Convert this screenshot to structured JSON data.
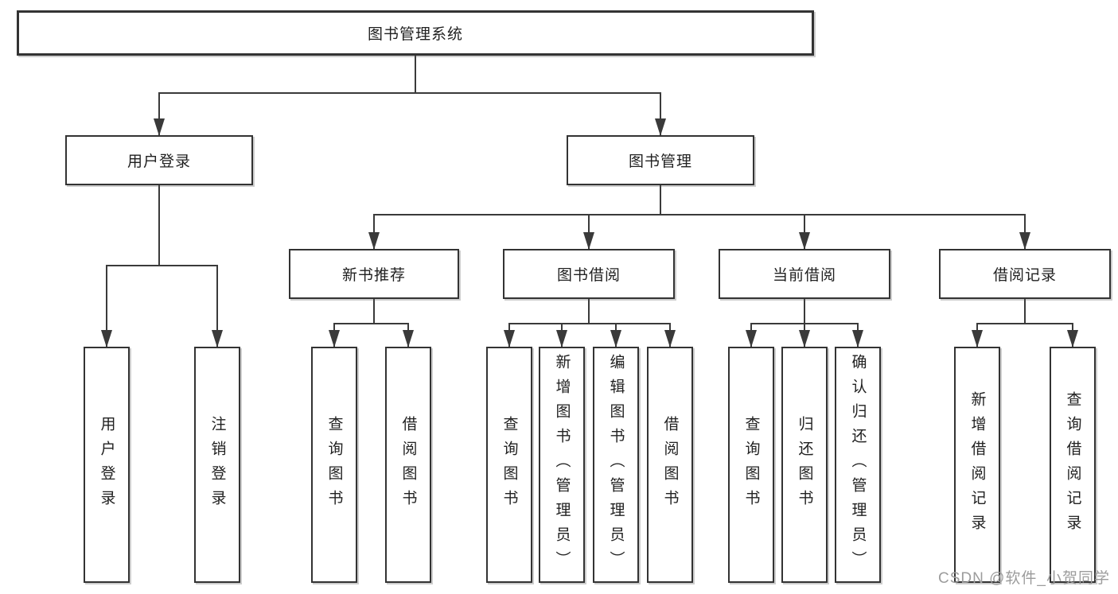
{
  "diagram": {
    "root": {
      "label": "图书管理系统"
    },
    "level2": [
      {
        "label": "用户登录"
      },
      {
        "label": "图书管理"
      }
    ],
    "level3": [
      {
        "parent": "图书管理",
        "label": "新书推荐"
      },
      {
        "parent": "图书管理",
        "label": "图书借阅"
      },
      {
        "parent": "图书管理",
        "label": "当前借阅"
      },
      {
        "parent": "图书管理",
        "label": "借阅记录"
      }
    ],
    "leaves": [
      {
        "parent": "用户登录",
        "label": "用户登录"
      },
      {
        "parent": "用户登录",
        "label": "注销登录"
      },
      {
        "parent": "新书推荐",
        "label": "查询图书"
      },
      {
        "parent": "新书推荐",
        "label": "借阅图书"
      },
      {
        "parent": "图书借阅",
        "label": "查询图书"
      },
      {
        "parent": "图书借阅",
        "label": "新增图书（管理员）"
      },
      {
        "parent": "图书借阅",
        "label": "编辑图书（管理员）"
      },
      {
        "parent": "图书借阅",
        "label": "借阅图书"
      },
      {
        "parent": "当前借阅",
        "label": "查询图书"
      },
      {
        "parent": "当前借阅",
        "label": "归还图书"
      },
      {
        "parent": "当前借阅",
        "label": "确认归还（管理员）"
      },
      {
        "parent": "借阅记录",
        "label": "新增借阅记录"
      },
      {
        "parent": "借阅记录",
        "label": "查询借阅记录"
      }
    ]
  },
  "watermark": "CSDN @软件_小贺同学",
  "colors": {
    "line": "#3a3a3a",
    "box_border": "#333333",
    "text": "#212121",
    "background": "#ffffff",
    "watermark": "#9c9c9c"
  }
}
